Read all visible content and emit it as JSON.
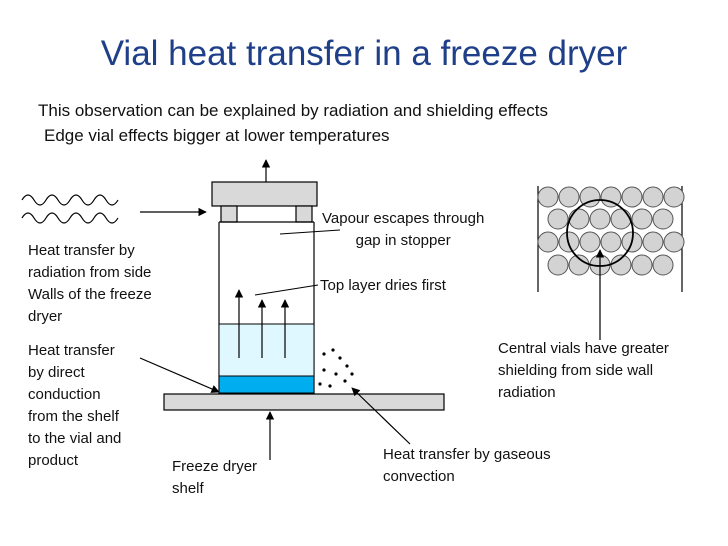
{
  "title": "Vial heat transfer in a freeze dryer",
  "intro": {
    "line1": "This observation can be explained by radiation and shielding effects",
    "line2": "Edge vial effects bigger at lower temperatures"
  },
  "labels": {
    "radiation_side": "Heat transfer by\nradiation from side\nWalls of the freeze\ndryer",
    "conduction": "Heat transfer\nby direct\nconduction\nfrom the shelf\nto the vial and\nproduct",
    "shelf": "Freeze dryer\nshelf",
    "vapour": "Vapour escapes through\ngap in stopper",
    "top_layer": "Top layer dries first",
    "central_vials": "Central vials have greater\nshielding from side wall\nradiation",
    "convection": "Heat transfer by gaseous\nconvection"
  },
  "colors": {
    "title": "#1f3f88",
    "shelf_fill": "#d9d9d9",
    "product_fill": "#00aeef",
    "vial_fill": "#dff7ff",
    "vial_circle": "#d3d3d3"
  }
}
